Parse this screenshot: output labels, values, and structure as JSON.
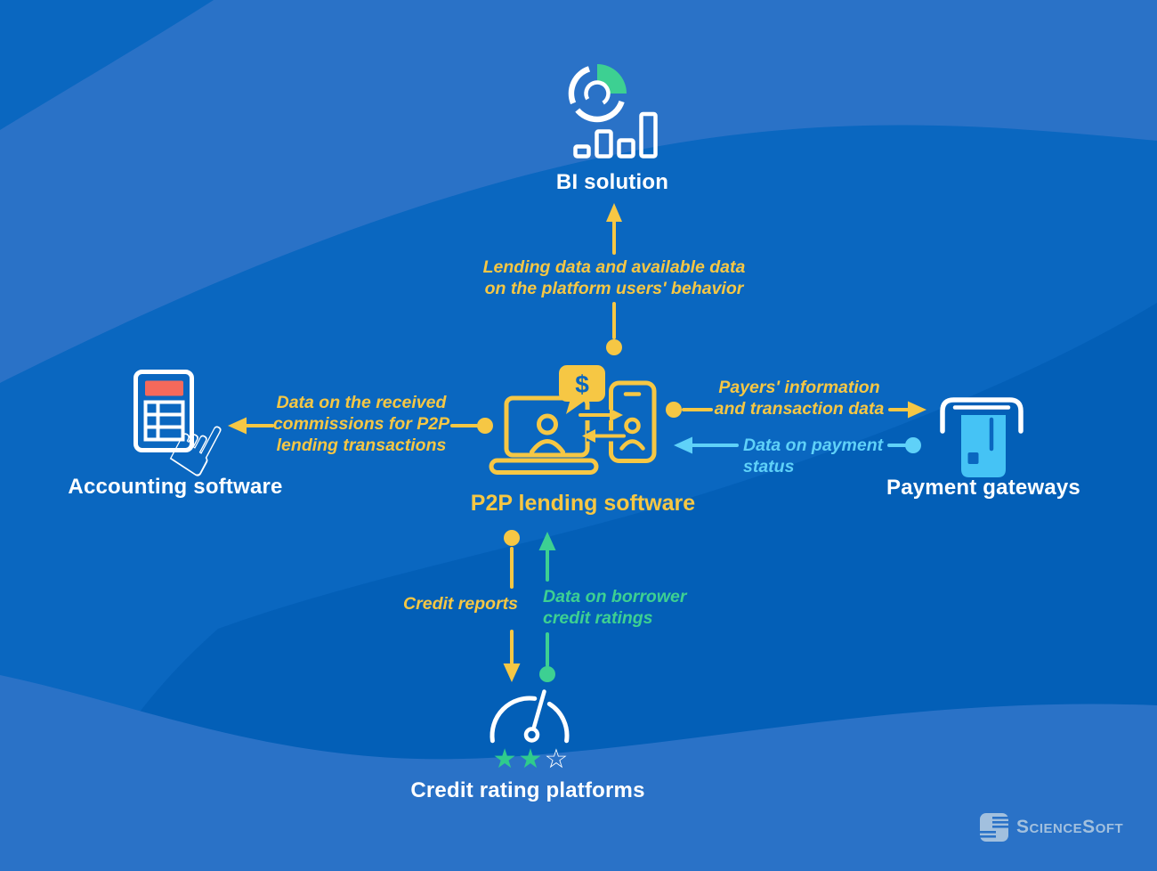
{
  "palette": {
    "background_base": "#0A67C0",
    "background_light_wave": "#2A72C7",
    "background_dark_wave": "#035FB7",
    "accent_yellow": "#F6C744",
    "accent_green": "#3DD092",
    "accent_cyan": "#5FD1F8",
    "accent_red": "#F4695B",
    "white": "#FFFFFF",
    "logo_color": "#A2C0DE"
  },
  "nodes": {
    "bi": {
      "label": "BI solution",
      "icon": "donut-and-bar-chart-icon"
    },
    "p2p": {
      "label": "P2P lending software",
      "icon": "laptop-phone-exchange-icon"
    },
    "accounting": {
      "label": "Accounting software",
      "icon": "calculator-hand-icon"
    },
    "payment": {
      "label": "Payment gateways",
      "icon": "card-terminal-icon"
    },
    "credit": {
      "label": "Credit rating platforms",
      "icon": "gauge-stars-icon"
    }
  },
  "edges": {
    "p2p_to_bi": {
      "from": "P2P lending software",
      "to": "BI solution",
      "color": "#F6C744",
      "label": "Lending data and available data\non the platform users' behavior"
    },
    "p2p_to_accounting": {
      "from": "P2P lending software",
      "to": "Accounting software",
      "color": "#F6C744",
      "label": "Data on the received\ncommissions for P2P\nlending transactions"
    },
    "p2p_to_payment": {
      "from": "P2P lending software",
      "to": "Payment gateways",
      "color": "#F6C744",
      "label": "Payers' information\nand transaction data"
    },
    "payment_to_p2p": {
      "from": "Payment gateways",
      "to": "P2P lending software",
      "color": "#5FD1F8",
      "label": "Data on payment\nstatus"
    },
    "p2p_to_credit": {
      "from": "P2P lending software",
      "to": "Credit rating platforms",
      "color": "#F6C744",
      "label": "Credit reports"
    },
    "credit_to_p2p": {
      "from": "Credit rating platforms",
      "to": "P2P lending software",
      "color": "#3DD092",
      "label": "Data on borrower\ncredit ratings"
    }
  },
  "icons": {
    "dollar": "$",
    "hand": "☝",
    "star_filled": "★",
    "star_empty": "☆"
  },
  "logo": {
    "text": "ScienceSoft"
  }
}
